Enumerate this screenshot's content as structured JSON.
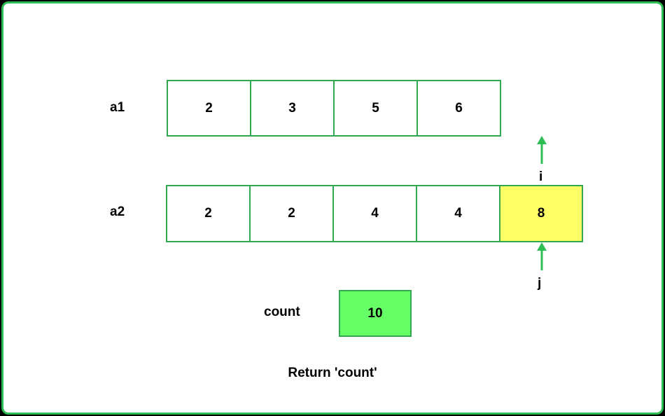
{
  "labels": {
    "a1": "a1",
    "a2": "a2",
    "count": "count",
    "pointer_i": "i",
    "pointer_j": "j",
    "footer": "Return 'count'"
  },
  "arrays": {
    "a1": [
      "2",
      "3",
      "5",
      "6"
    ],
    "a2": [
      "2",
      "2",
      "4",
      "4",
      "8"
    ]
  },
  "count_value": "10",
  "highlight": {
    "a2_index": 4,
    "color": "#ffff66"
  },
  "colors": {
    "border": "#2fbd55",
    "cell_border": "#2fa84f",
    "count_fill": "#66ff66",
    "arrow": "#2fbd55"
  }
}
